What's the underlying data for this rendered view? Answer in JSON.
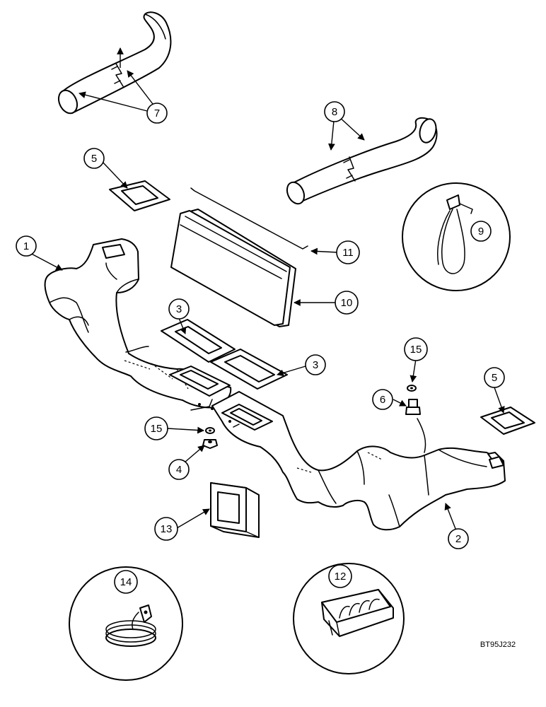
{
  "callouts": {
    "c1": "1",
    "c2": "2",
    "c3a": "3",
    "c3b": "3",
    "c4": "4",
    "c5a": "5",
    "c5b": "5",
    "c6": "6",
    "c7": "7",
    "c8": "8",
    "c9": "9",
    "c10": "10",
    "c11": "11",
    "c12": "12",
    "c13": "13",
    "c14": "14",
    "c15a": "15",
    "c15b": "15"
  },
  "drawing_code": "BT95J232"
}
